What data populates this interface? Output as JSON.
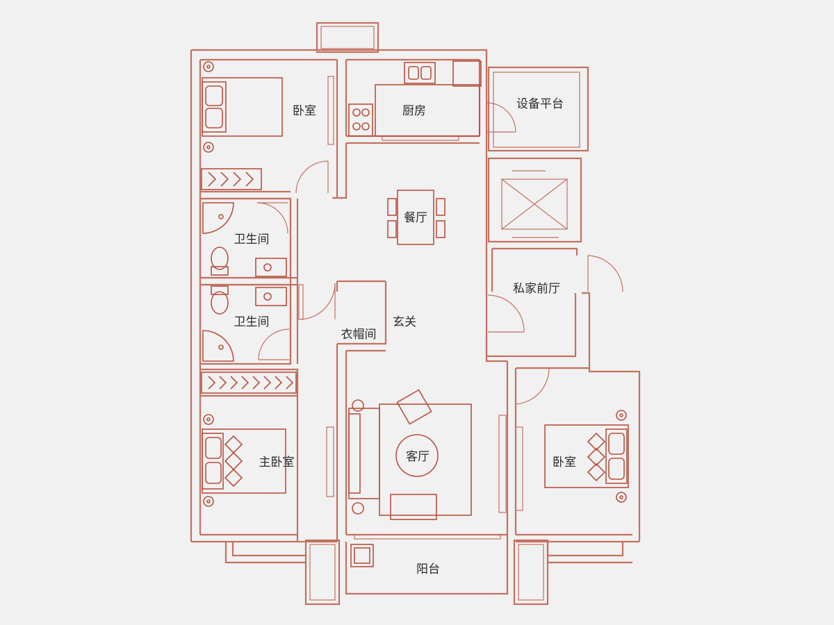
{
  "plan": {
    "line_color": "#c4705f",
    "furniture_color": "#b8513f",
    "background": "#f1f1f1",
    "rooms": {
      "bedroom_top": "卧室",
      "kitchen": "厨房",
      "equipment_platform": "设备平台",
      "dining": "餐厅",
      "bathroom_1": "卫生间",
      "bathroom_2": "卫生间",
      "private_foyer": "私家前厅",
      "entrance": "玄关",
      "cloakroom": "衣帽间",
      "master_bedroom": "主卧室",
      "living_room": "客厅",
      "bedroom_right": "卧室",
      "balcony": "阳台"
    }
  }
}
